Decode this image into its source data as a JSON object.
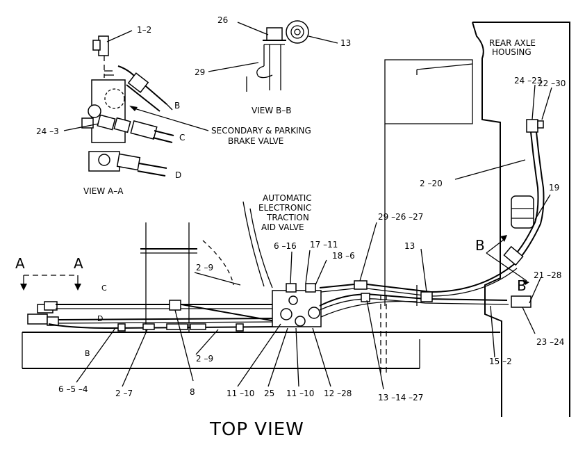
{
  "views": {
    "view_aa": "VIEW A–A",
    "view_bb": "VIEW B–B",
    "top_view": "TOP VIEW"
  },
  "notes": {
    "secondary_1": "SECONDARY & PARKING",
    "secondary_2": "BRAKE VALVE",
    "rear_axle_1": "REAR AXLE",
    "rear_axle_2": "HOUSING",
    "traction_1": "AUTOMATIC",
    "traction_2": "ELECTRONIC",
    "traction_3": "TRACTION",
    "traction_4": "AID VALVE"
  },
  "section_markers": {
    "a_left": "A",
    "a_right": "A",
    "b_top": "B",
    "b_bottom": "B"
  },
  "line_letters": {
    "aa_b": "B",
    "aa_c": "C",
    "aa_d": "D",
    "top_c": "C",
    "top_d": "D",
    "top_b": "B"
  },
  "callouts": {
    "c_1_2": "1–2",
    "c_24_3": "24 –3",
    "c_26": "26",
    "c_13_bb": "13",
    "c_29": "29",
    "c_24_23": "24 –23",
    "c_22_30": "22 –30",
    "c_2_20": "2 –20",
    "c_19": "19",
    "c_29_26_27": "29 –26 –27",
    "c_6_16": "6 –16",
    "c_17_11": "17 –11",
    "c_18_6": "18 –6",
    "c_13_top": "13",
    "c_2_9_a": "2 –9",
    "c_2_9_b": "2 –9",
    "c_21_28": "21 –28",
    "c_23_24": "23 –24",
    "c_15_2": "15 –2",
    "c_6_5_4": "6 –5 –4",
    "c_2_7": "2 –7",
    "c_8": "8",
    "c_11_10_a": "11 –10",
    "c_25": "25",
    "c_11_10_b": "11 –10",
    "c_12_28": "12 –28",
    "c_13_14_27": "13 –14 –27"
  }
}
